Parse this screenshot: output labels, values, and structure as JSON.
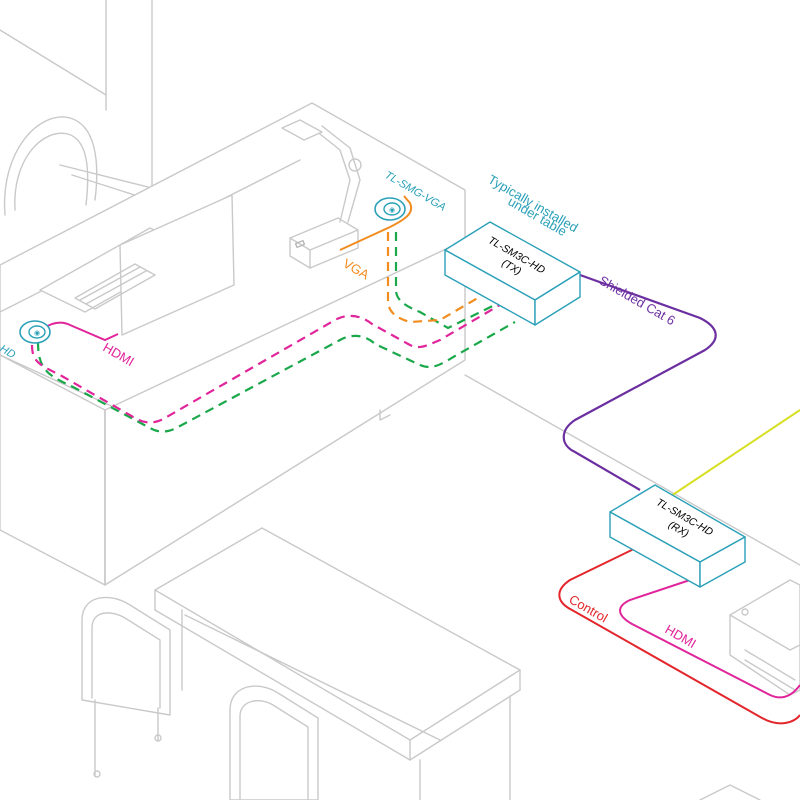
{
  "labels": {
    "tx_model": "TL-SM3C-HD",
    "tx_role": "(TX)",
    "rx_model": "TL-SM3C-HD",
    "rx_role": "(RX)",
    "install_note_line1": "Typically installed",
    "install_note_line2": "under table",
    "plate_vga": "TL-SMG-VGA",
    "plate_hd": "TL-SMG-HD",
    "vga": "VGA",
    "hdmi_desk": "HDMI",
    "shielded": "Shielded Cat 6",
    "control": "Control",
    "hdmi_rx": "HDMI"
  },
  "colors": {
    "hdmi": "#e0259a",
    "vga": "#f28c1e",
    "green": "#1aa84a",
    "cat6": "#6b2fa0",
    "control": "#e3262b",
    "yellow": "#d6df22",
    "device": "#2aa0b8"
  }
}
